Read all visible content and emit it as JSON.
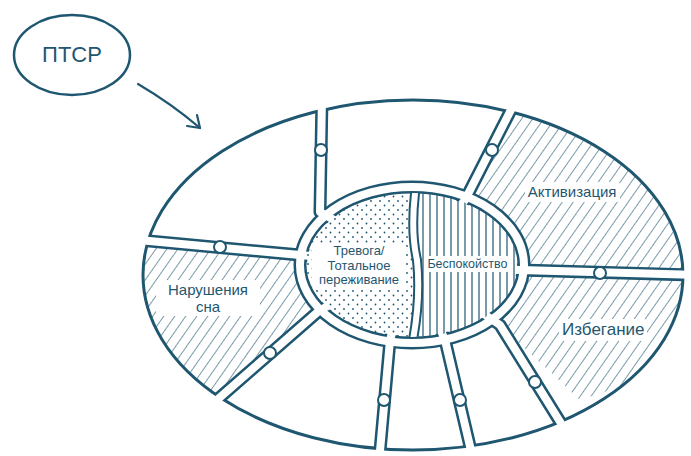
{
  "diagram": {
    "nodes": [
      {
        "text": [
          "ПТСР"
        ]
      },
      {
        "text": [
          "Активизация"
        ]
      },
      {
        "text": [
          "Тревога/ Тотальное переживание"
        ]
      },
      {
        "text": [
          "Беспокойство"
        ]
      },
      {
        "text": [
          "Нарушения сна"
        ]
      },
      {
        "text": [
          "Избегание"
        ]
      }
    ]
  }
}
